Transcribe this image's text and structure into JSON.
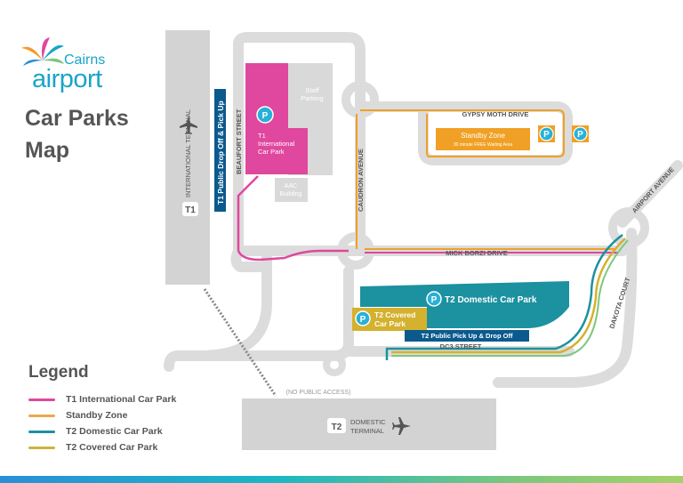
{
  "logo": {
    "brand_top": "Cairns",
    "brand_bottom": "airport"
  },
  "title": {
    "line1": "Car Parks",
    "line2": "Map"
  },
  "labels": {
    "international_terminal": "INTERNATIONAL TERMINAL",
    "t1_badge": "T1",
    "t1_pickup": "T1 Public Drop Off & Pick Up",
    "beaufort_street": "BEAUFORT STREET",
    "t1_car_park": [
      "T1",
      "International",
      "Car Park"
    ],
    "staff_parking": [
      "Staff",
      "Parking"
    ],
    "aac_building": [
      "AAC",
      "Building"
    ],
    "caudron_avenue": "CAUDRON AVENUE",
    "gypsy_moth_drive": "GYPSY MOTH DRIVE",
    "standby_zone": "Standby Zone",
    "standby_sub": "30 minute FREE Waiting Area",
    "mick_borzi_drive": "MICK BORZI DRIVE",
    "airport_avenue": "AIRPORT AVENUE",
    "t2_domestic_car_park": "T2 Domestic Car Park",
    "t2_covered": [
      "T2 Covered",
      "Car Park"
    ],
    "t2_pickup": "T2 Public Pick Up & Drop Off",
    "dc3_street": "DC3 STREET",
    "dakota_court": "DAKOTA COURT",
    "no_public_access": "(NO PUBLIC ACCESS)",
    "t2_badge": "T2",
    "domestic_terminal": [
      "DOMESTIC",
      "TERMINAL"
    ],
    "parking_symbol": "P"
  },
  "legend": {
    "title": "Legend",
    "items": [
      {
        "label": "T1 International Car Park",
        "color": "#e0479e"
      },
      {
        "label": "Standby Zone",
        "color": "#e9a94b"
      },
      {
        "label": "T2 Domestic Car Park",
        "color": "#1c91a0"
      },
      {
        "label": "T2 Covered Car Park",
        "color": "#c9b53a"
      }
    ]
  },
  "colors": {
    "road": "#dcdcdc",
    "terminal": "#d3d3d3",
    "t1_pink": "#e0479e",
    "standby_orange": "#f0a024",
    "t2_teal": "#1c91a0",
    "t2_covered": "#d4b12e",
    "pickup_blue": "#0b5a8e",
    "parking_badge": "#2ab0d6"
  }
}
